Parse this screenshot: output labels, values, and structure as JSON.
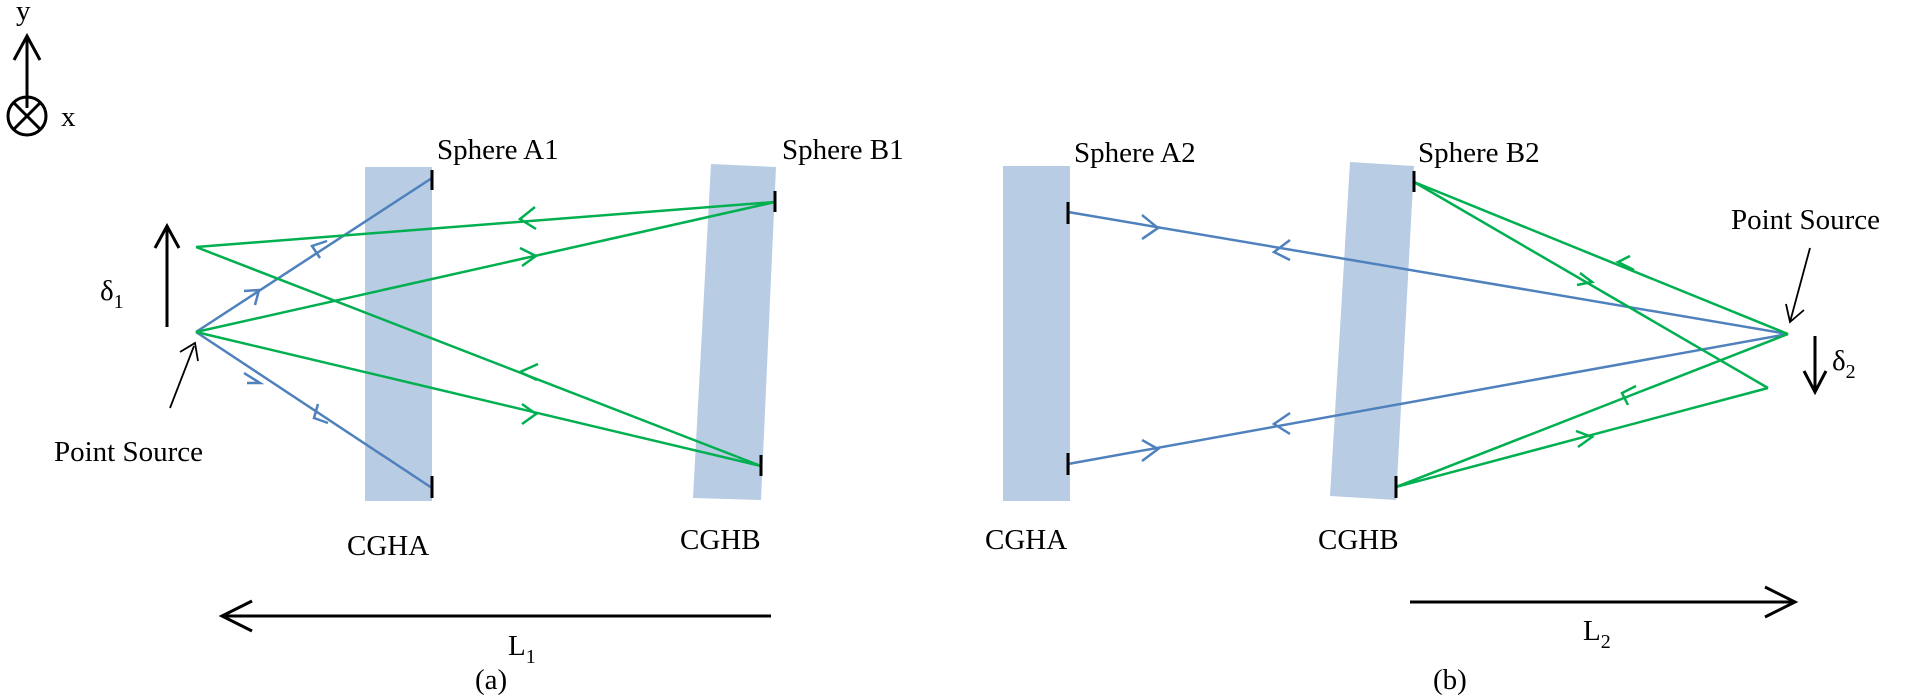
{
  "axes": {
    "y_label": "y",
    "x_label": "x"
  },
  "panel_a": {
    "sphere_a_label": "Sphere A1",
    "sphere_b_label": "Sphere B1",
    "cgh_a_label": "CGHA",
    "cgh_b_label": "CGHB",
    "point_source_label": "Point Source",
    "delta_symbol": "δ",
    "delta_sub": "1",
    "length_symbol": "L",
    "length_sub": "1",
    "caption": "(a)"
  },
  "panel_b": {
    "sphere_a_label": "Sphere A2",
    "sphere_b_label": "Sphere B2",
    "cgh_a_label": "CGHA",
    "cgh_b_label": "CGHB",
    "point_source_label": "Point Source",
    "delta_symbol": "δ",
    "delta_sub": "2",
    "length_symbol": "L",
    "length_sub": "2",
    "caption": "(b)"
  },
  "colors": {
    "plate": "#b8cce4",
    "ray_blue": "#4f81bd",
    "ray_green": "#00b050"
  }
}
